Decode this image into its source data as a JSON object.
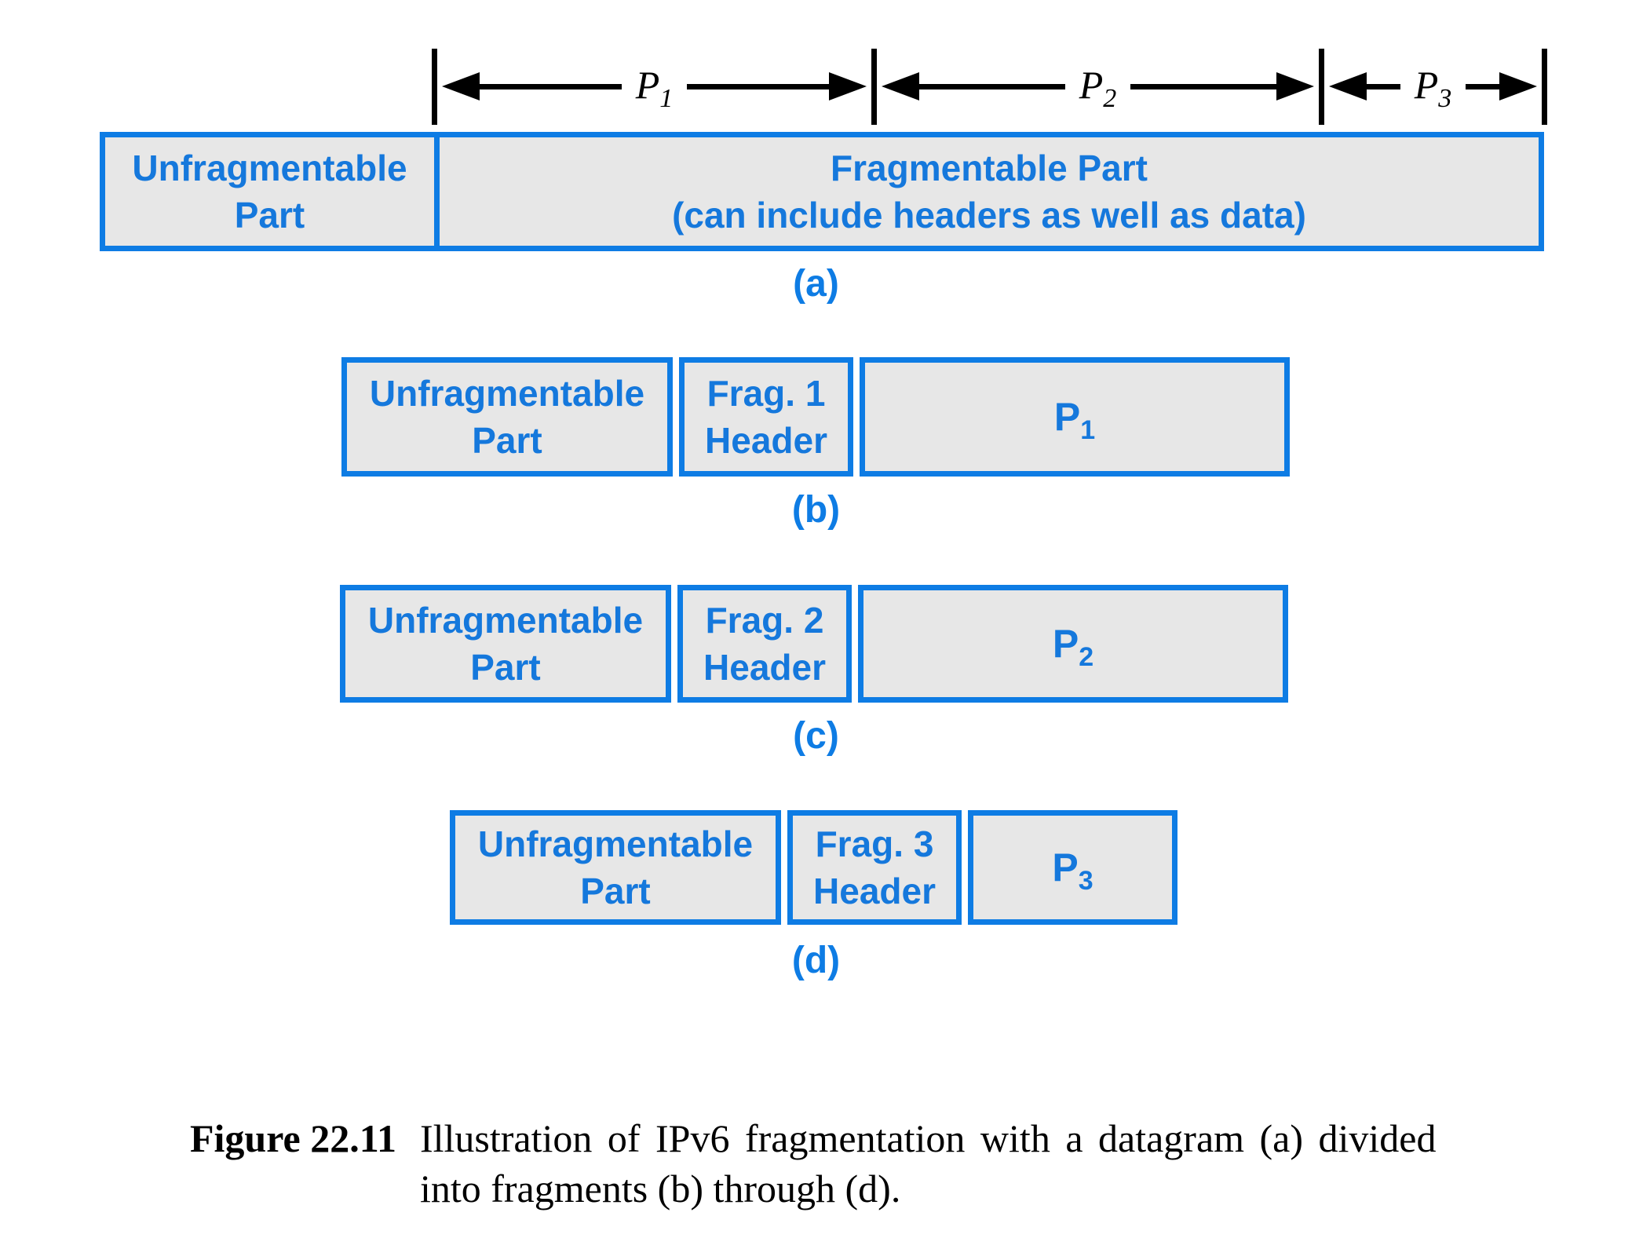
{
  "colors": {
    "accent_blue": "#0e7ce4",
    "text_blue": "#1578dc",
    "box_fill": "#e7e7e7",
    "arrow_black": "#000000"
  },
  "figure": {
    "ruler": {
      "segments": [
        {
          "label": "P",
          "sub": "1"
        },
        {
          "label": "P",
          "sub": "2"
        },
        {
          "label": "P",
          "sub": "3"
        }
      ]
    },
    "datagram_a": {
      "unfrag_line1": "Unfragmentable",
      "unfrag_line2": "Part",
      "frag_line1": "Fragmentable Part",
      "frag_line2": "(can include headers as well as data)",
      "label": "(a)"
    },
    "fragments": [
      {
        "unfrag_line1": "Unfragmentable",
        "unfrag_line2": "Part",
        "header_line1": "Frag. 1",
        "header_line2": "Header",
        "payload": "P",
        "payload_sub": "1",
        "label": "(b)"
      },
      {
        "unfrag_line1": "Unfragmentable",
        "unfrag_line2": "Part",
        "header_line1": "Frag. 2",
        "header_line2": "Header",
        "payload": "P",
        "payload_sub": "2",
        "label": "(c)"
      },
      {
        "unfrag_line1": "Unfragmentable",
        "unfrag_line2": "Part",
        "header_line1": "Frag. 3",
        "header_line2": "Header",
        "payload": "P",
        "payload_sub": "3",
        "label": "(d)"
      }
    ],
    "caption": {
      "figure_label": "Figure 22.11",
      "line1": "Illustration of IPv6 fragmentation with a datagram (a) divided",
      "line2": "into fragments (b) through (d)."
    }
  }
}
